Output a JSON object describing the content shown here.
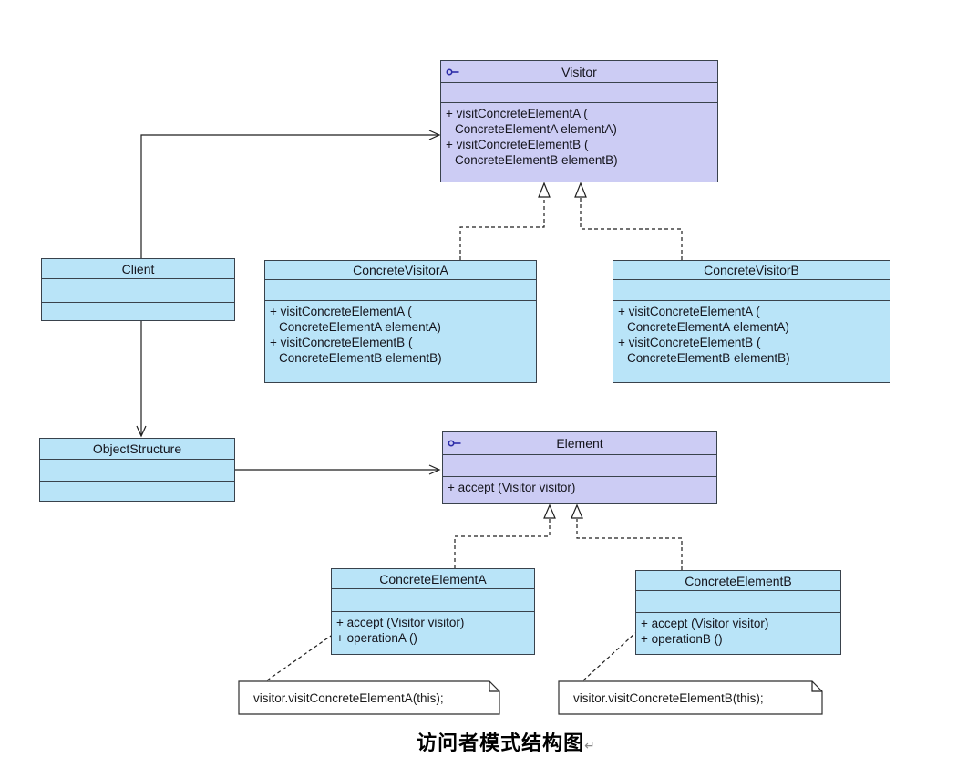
{
  "diagram": {
    "caption": "访问者模式结构图",
    "caption_mark": "↵"
  },
  "colors": {
    "interface_fill": "#ccccf4",
    "class_fill": "#b9e4f8",
    "note_fill": "#ffffff",
    "box_border": "#39424c",
    "connector": "#1f1f1f",
    "key_icon": "#2d2da8",
    "caption_text": "#000000"
  },
  "classes": [
    {
      "name": "Visitor",
      "kind": "interface",
      "methods": [
        "+ visitConcreteElementA (",
        "ConcreteElementA elementA)",
        "+ visitConcreteElementB (",
        "ConcreteElementB elementB)"
      ]
    },
    {
      "name": "Client",
      "kind": "class",
      "methods": []
    },
    {
      "name": "ConcreteVisitorA",
      "kind": "class",
      "methods": [
        "+ visitConcreteElementA (",
        "ConcreteElementA elementA)",
        "+ visitConcreteElementB (",
        "ConcreteElementB elementB)"
      ]
    },
    {
      "name": "ConcreteVisitorB",
      "kind": "class",
      "methods": [
        "+ visitConcreteElementA (",
        "ConcreteElementA elementA)",
        "+ visitConcreteElementB (",
        "ConcreteElementB elementB)"
      ]
    },
    {
      "name": "ObjectStructure",
      "kind": "class",
      "methods": []
    },
    {
      "name": "Element",
      "kind": "interface",
      "methods": [
        "+ accept (Visitor visitor)"
      ]
    },
    {
      "name": "ConcreteElementA",
      "kind": "class",
      "methods": [
        "+ accept (Visitor visitor)",
        "+ operationA ()"
      ]
    },
    {
      "name": "ConcreteElementB",
      "kind": "class",
      "methods": [
        "+ accept (Visitor visitor)",
        "+ operationB ()"
      ]
    }
  ],
  "notes": [
    {
      "text": "visitor.visitConcreteElementA(this);"
    },
    {
      "text": "visitor.visitConcreteElementB(this);"
    }
  ],
  "relations": [
    {
      "from": "Client",
      "to": "Visitor",
      "style": "solid",
      "arrow": "open"
    },
    {
      "from": "Client",
      "to": "ObjectStructure",
      "style": "solid",
      "arrow": "open"
    },
    {
      "from": "ObjectStructure",
      "to": "Element",
      "style": "solid",
      "arrow": "open"
    },
    {
      "from": "ConcreteVisitorA",
      "to": "Visitor",
      "style": "dashed",
      "arrow": "hollow-triangle"
    },
    {
      "from": "ConcreteVisitorB",
      "to": "Visitor",
      "style": "dashed",
      "arrow": "hollow-triangle"
    },
    {
      "from": "ConcreteElementA",
      "to": "Element",
      "style": "dashed",
      "arrow": "hollow-triangle"
    },
    {
      "from": "ConcreteElementB",
      "to": "Element",
      "style": "dashed",
      "arrow": "hollow-triangle"
    },
    {
      "from": "note-a",
      "to": "ConcreteElementA",
      "style": "dashed",
      "arrow": "none"
    },
    {
      "from": "note-b",
      "to": "ConcreteElementB",
      "style": "dashed",
      "arrow": "none"
    }
  ]
}
